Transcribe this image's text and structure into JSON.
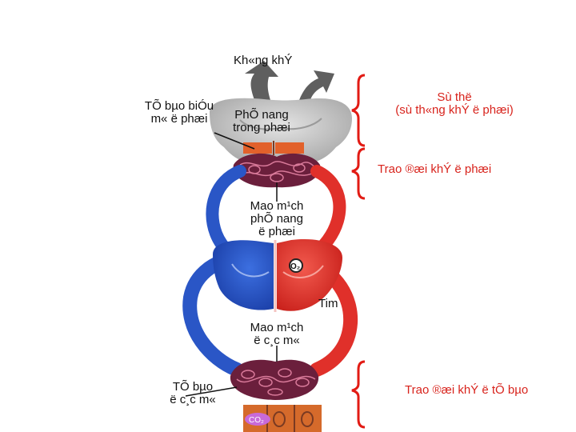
{
  "labels": {
    "top_air": "Kh«ng khÝ",
    "lung_cell_1": "TÕ bµo biÓu",
    "lung_cell_2": "m« ë phæi",
    "alveoli_1": "PhÕ nang",
    "alveoli_2": "trong phæi",
    "ventilation_1": "Sù thë",
    "ventilation_2": "(sù th«ng khÝ ë phæi)",
    "gas_exchange_lung": "Trao ®æi khÝ ë phæi",
    "alveolar_cap_1": "Mao m¹ch",
    "alveolar_cap_2": "phÕ nang",
    "alveolar_cap_3": "ë phæi",
    "o2": "O₂",
    "heart": "Tim",
    "tissue_cap_1": "Mao m¹ch",
    "tissue_cap_2": "ë c¸c m«",
    "tissue_cell_1": "TÕ bµo",
    "tissue_cell_2": "ë c¸c m«",
    "gas_exchange_tissue": "Trao ®æi  khÝ ë tÕ bµo",
    "co2": "CO₂"
  },
  "colors": {
    "artery": "#e0302a",
    "vein": "#2a56c6",
    "bracket": "#e21b14",
    "lung": "#c9c9c9",
    "capillary": "#6b1f3c",
    "air_arrow": "#5f5f5f"
  }
}
